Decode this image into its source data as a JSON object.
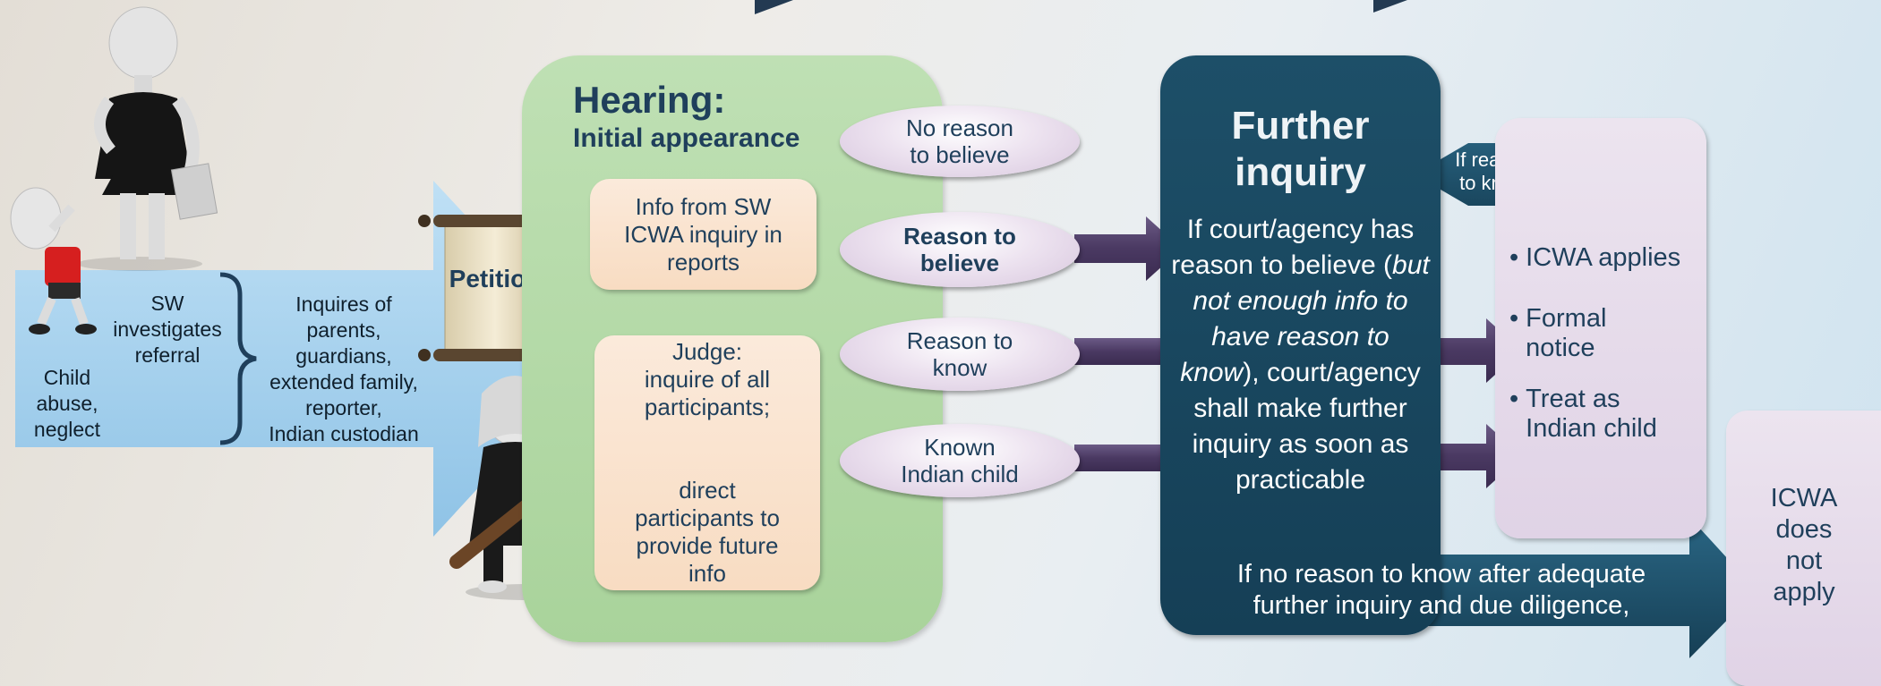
{
  "colors": {
    "blue_arrow": "#a9d3ee",
    "hearing_green": "#b4da a7",
    "dark_teal": "#1a4a62",
    "purple_arrow": "#4b3a63",
    "lilac": "#e6dcea",
    "peach": "#f9e2cc"
  },
  "left": {
    "child_label": "Child\nabuse,\nneglect",
    "sw_label": "SW\ninvestigates\nreferral",
    "inquires_label": "Inquires of\nparents,\nguardians,\nextended family,\nreporter,\nIndian custodian",
    "petition_label": "Petition"
  },
  "hearing": {
    "title": "Hearing:",
    "subtitle": "Initial appearance",
    "info_box": "Info from SW\nICWA inquiry in\nreports",
    "judge_box": "Judge:\ninquire of all\nparticipants;\n\n\ndirect\nparticipants to\nprovide future\ninfo"
  },
  "ovals": [
    {
      "label": "No reason\nto believe",
      "bold": false
    },
    {
      "label": "Reason to\nbelieve",
      "bold": true
    },
    {
      "label": "Reason to\nknow",
      "bold": false
    },
    {
      "label": "Known\nIndian child",
      "bold": false
    }
  ],
  "further": {
    "title": "Further\ninquiry",
    "body_1": "If court/agency has reason to believe (",
    "body_italic": "but not enough info to have reason to know",
    "body_2": "), court/agency shall make further inquiry as soon as practicable"
  },
  "if_reason_to_know": "If reason\nto know",
  "results": {
    "bullets": [
      "ICWA applies",
      "Formal\nnotice",
      "Treat as\nIndian child"
    ]
  },
  "no_reason_arrow": "If no reason to know after adequate\nfurther inquiry and due diligence,",
  "icwa_not_apply": "ICWA\ndoes\nnot\napply"
}
